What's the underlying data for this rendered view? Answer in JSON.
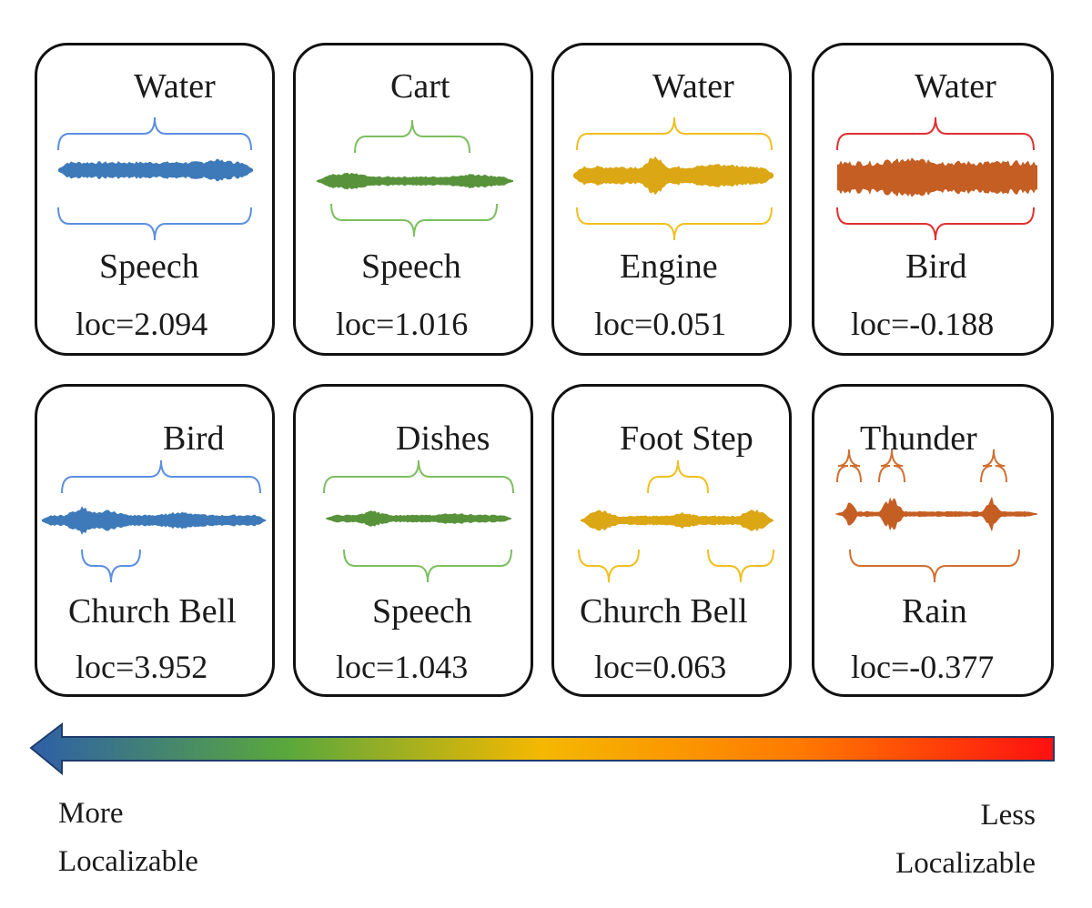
{
  "panels": [
    {
      "top": "Water",
      "bottom": "Speech",
      "loc": "loc=2.094",
      "color": "#2e6fb3",
      "brace": "#5b8fe0"
    },
    {
      "top": "Cart",
      "bottom": "Speech",
      "loc": "loc=1.016",
      "color": "#4a8a2a",
      "brace": "#7cbf60"
    },
    {
      "top": "Water",
      "bottom": "Engine",
      "loc": "loc=0.051",
      "color": "#d9a000",
      "brace": "#f0c020"
    },
    {
      "top": "Water",
      "bottom": "Bird",
      "loc": "loc=-0.188",
      "color": "#c05010",
      "brace": "#e03030"
    },
    {
      "top": "Bird",
      "bottom": "Church Bell",
      "loc": "loc=3.952",
      "color": "#2e6fb3",
      "brace": "#5b8fe0"
    },
    {
      "top": "Dishes",
      "bottom": "Speech",
      "loc": "loc=1.043",
      "color": "#4a8a2a",
      "brace": "#7cbf60"
    },
    {
      "top": "Foot Step",
      "bottom": "Church Bell",
      "loc": "loc=0.063",
      "color": "#d9a000",
      "brace": "#f0c020"
    },
    {
      "top": "Thunder",
      "bottom": "Rain",
      "loc": "loc=-0.377",
      "color": "#c05010",
      "brace": "#d07030"
    }
  ],
  "scale": {
    "left_line1": "More",
    "left_line2": "Localizable",
    "right_line1": "Less",
    "right_line2": "Localizable",
    "gradient": [
      "#2e5fa8",
      "#5aa83c",
      "#f5b800",
      "#ff7a00",
      "#ff1010"
    ]
  }
}
